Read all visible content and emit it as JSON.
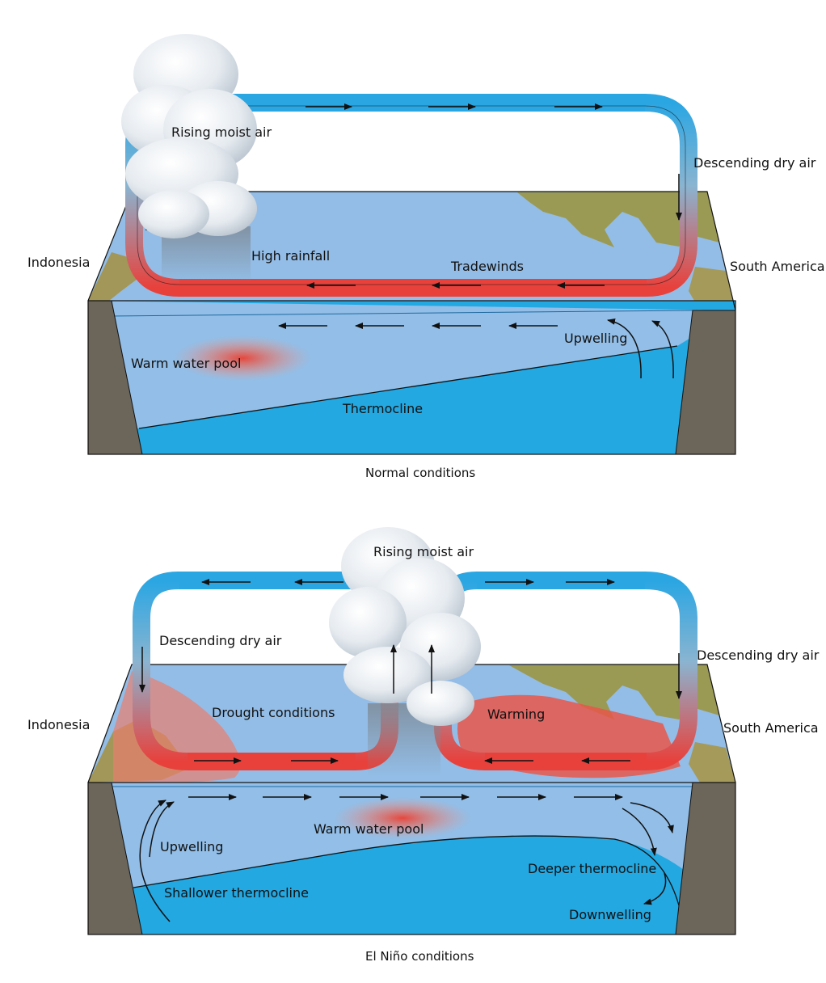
{
  "colors": {
    "ocean_surface": "#93bde6",
    "deep_water": "#23a8e2",
    "upper_water": "#92bee7",
    "land_wall": "#6c655a",
    "warm": "#e8413c",
    "cool": "#2aa6e3",
    "text": "#111111"
  },
  "normal": {
    "labels": {
      "rising_air": "Rising moist air",
      "descending_air": "Descending dry air",
      "rainfall": "High rainfall",
      "tradewinds": "Tradewinds",
      "indonesia": "Indonesia",
      "south_america": "South America",
      "warm_pool": "Warm water pool",
      "upwelling": "Upwelling",
      "thermocline": "Thermocline"
    },
    "caption": "Normal conditions"
  },
  "elnino": {
    "labels": {
      "rising_air": "Rising moist air",
      "descending_left": "Descending dry air",
      "descending_right": "Descending dry air",
      "drought": "Drought conditions",
      "warming": "Warming",
      "indonesia": "Indonesia",
      "south_america": "South America",
      "warm_pool": "Warm water pool",
      "upwelling": "Upwelling",
      "shallower": "Shallower thermocline",
      "deeper": "Deeper thermocline",
      "downwelling": "Downwelling"
    },
    "caption": "El Niño conditions"
  }
}
